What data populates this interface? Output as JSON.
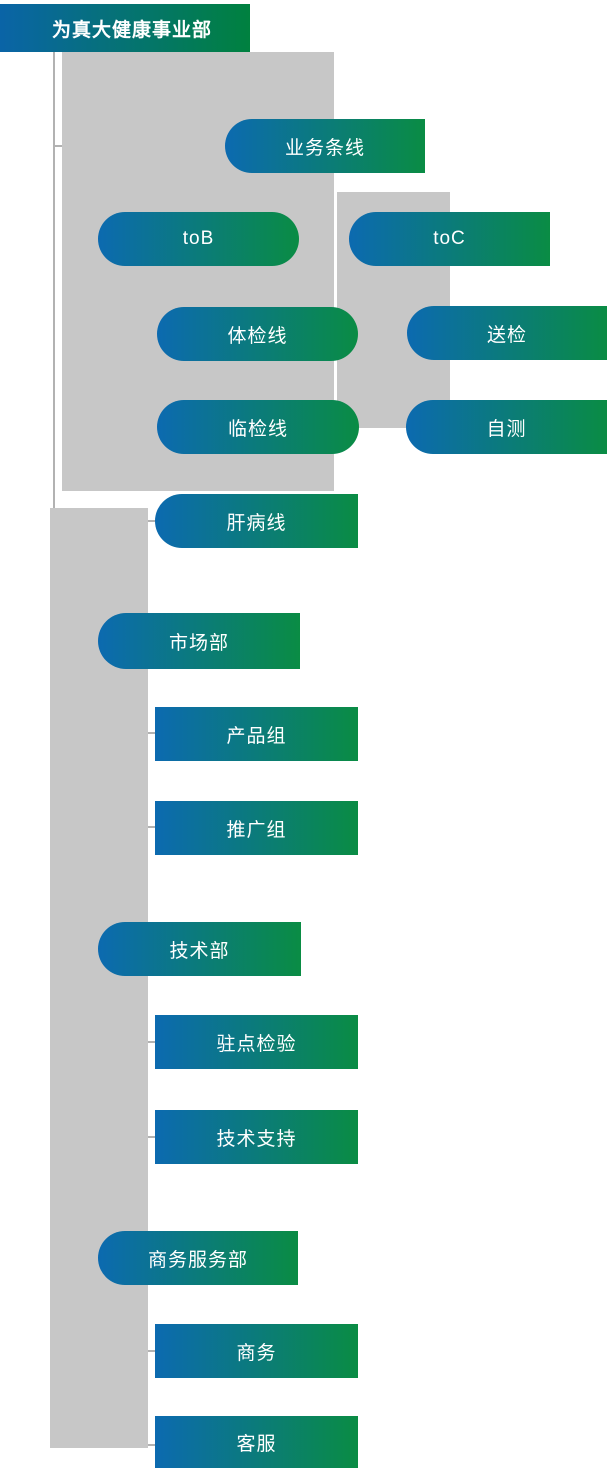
{
  "title": "为真大健康事业部",
  "palette": {
    "node_gradient_start": "#0C6AB0",
    "node_gradient_end": "#0A8C44",
    "header_gradient_start": "#0A64A7",
    "header_gradient_end": "#00813F",
    "connector_block": "#C7C7C7",
    "connector_line": "#B2B2B2",
    "node_text": "#FFFFFF"
  },
  "nodes": {
    "root": {
      "label": "为真大健康事业部"
    },
    "yewutiaoxian": {
      "label": "业务条线"
    },
    "tob": {
      "label": "toB"
    },
    "toc": {
      "label": "toC"
    },
    "tijianxian": {
      "label": "体检线"
    },
    "songjian": {
      "label": "送检"
    },
    "linjianxian": {
      "label": "临检线"
    },
    "zice": {
      "label": "自测"
    },
    "ganbingxian": {
      "label": "肝病线"
    },
    "shichangbu": {
      "label": "市场部"
    },
    "chanpinzu": {
      "label": "产品组"
    },
    "tuiguangzu": {
      "label": "推广组"
    },
    "jishubu": {
      "label": "技术部"
    },
    "zhudianjianyan": {
      "label": "驻点检验"
    },
    "jishuzhichi": {
      "label": "技术支持"
    },
    "shangwufuwubu": {
      "label": "商务服务部"
    },
    "shangwu": {
      "label": "商务"
    },
    "kefu": {
      "label": "客服"
    }
  },
  "hierarchy": {
    "label": "为真大健康事业部",
    "children": [
      {
        "label": "业务条线",
        "children": [
          {
            "label": "toB",
            "children": [
              {
                "label": "体检线"
              },
              {
                "label": "临检线"
              },
              {
                "label": "肝病线"
              }
            ]
          },
          {
            "label": "toC",
            "children": [
              {
                "label": "送检"
              },
              {
                "label": "自测"
              }
            ]
          }
        ]
      },
      {
        "label": "市场部",
        "children": [
          {
            "label": "产品组"
          },
          {
            "label": "推广组"
          }
        ]
      },
      {
        "label": "技术部",
        "children": [
          {
            "label": "驻点检验"
          },
          {
            "label": "技术支持"
          }
        ]
      },
      {
        "label": "商务服务部",
        "children": [
          {
            "label": "商务"
          },
          {
            "label": "客服"
          }
        ]
      }
    ]
  }
}
